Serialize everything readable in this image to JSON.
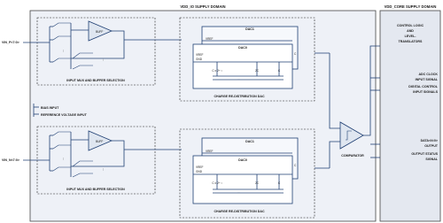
{
  "domains": {
    "io": "VDD_IO SUPPLY DOMAIN",
    "core": "VDD_CORE SUPPLY DOMAIN"
  },
  "inputs": {
    "vin_p": "VIN_P<7:0>",
    "vin_n": "VIN_N<7:0>"
  },
  "mux": {
    "buffer_label": "BUFF",
    "caption": "INPUT MUX AND BUFFER SELECTION"
  },
  "dac": {
    "dac1": "DAC1",
    "dac0": "DAC0",
    "vref": "VREF",
    "gnd": "GND",
    "cap_main": "C x 2ⁿ⁻¹",
    "cap_2c": "2C",
    "cap_c": "C",
    "caption": "CHARGE RE-DISTRIBUTION DAC"
  },
  "bias": {
    "bias_input": "BIAS INPUT",
    "ref_input": "REFERENCE VOLTAGE INPUT"
  },
  "comparator": "COMPARATOR",
  "core_labels": {
    "control_logic": [
      "CONTROL LOGIC",
      "AND",
      "LEVEL-",
      "TRANSLATORS"
    ],
    "adc_clock": [
      "ADC CLOCK",
      "INPUT SIGNAL"
    ],
    "digital_control": [
      "DIGITAL CONTROL",
      "INPUT SIGNALS"
    ],
    "data": [
      "DATA<N:0>",
      "OUTPUT"
    ],
    "status": [
      "OUTPUT STATUS",
      "SIGNAL"
    ]
  },
  "colors": {
    "io_fill": "#eef1f7",
    "core_fill": "#e4e8f0",
    "wire": "#1f3f73",
    "triangle": "#dfe6f0"
  }
}
